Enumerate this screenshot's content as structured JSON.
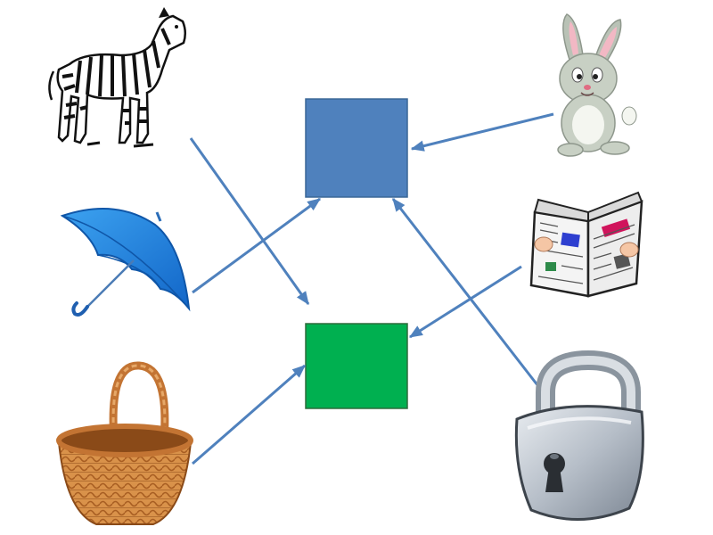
{
  "colors": {
    "arrow": "#4F81BD",
    "blue_box": "#4F81BD",
    "blue_box_border": "#3A6796",
    "green_box": "#00B050",
    "green_box_border": "#2E6B3C"
  },
  "pictures": {
    "left": [
      "zebra-icon",
      "umbrella-icon",
      "basket-icon"
    ],
    "right": [
      "rabbit-icon",
      "newspaper-icon",
      "padlock-icon"
    ]
  },
  "targets": [
    "blue-square",
    "green-square"
  ],
  "connections": [
    {
      "from": "zebra",
      "to": "green-square"
    },
    {
      "from": "umbrella",
      "to": "blue-square"
    },
    {
      "from": "basket",
      "to": "green-square"
    },
    {
      "from": "rabbit",
      "to": "blue-square"
    },
    {
      "from": "newspaper",
      "to": "green-square"
    },
    {
      "from": "padlock",
      "to": "blue-square"
    }
  ]
}
